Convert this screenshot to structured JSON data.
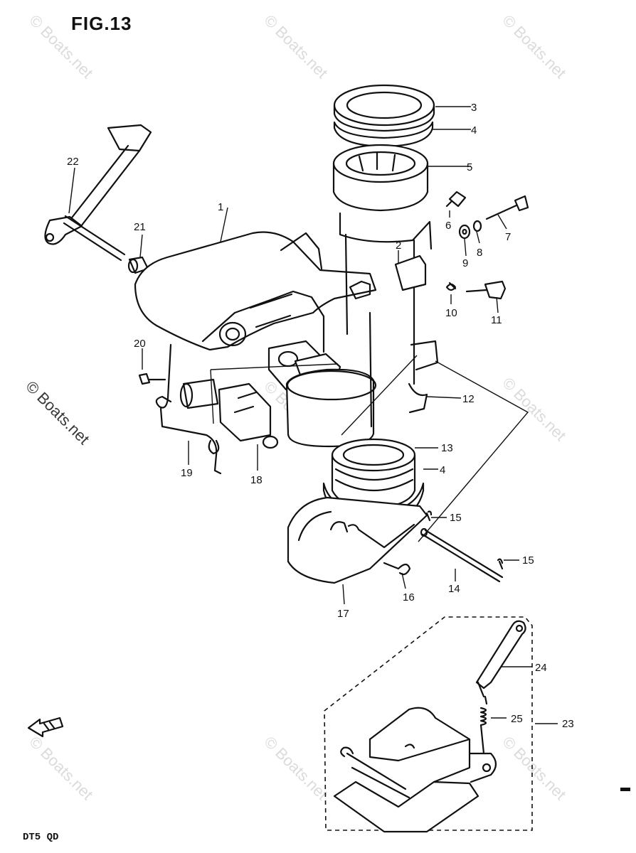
{
  "figure": {
    "title": "FIG.13",
    "footer": "DT5  QD"
  },
  "watermark": {
    "text": "© Boats.net",
    "short": "© Boats.net"
  },
  "callouts": {
    "c1": "1",
    "c2": "2",
    "c3": "3",
    "c4a": "4",
    "c5": "5",
    "c6": "6",
    "c7": "7",
    "c8": "8",
    "c9": "9",
    "c10": "10",
    "c11": "11",
    "c12": "12",
    "c13": "13",
    "c4b": "4",
    "c15a": "15",
    "c15b": "15",
    "c14": "14",
    "c16": "16",
    "c17": "17",
    "c18": "18",
    "c19": "19",
    "c20": "20",
    "c21": "21",
    "c22": "22",
    "c23": "23",
    "c24": "24",
    "c25": "25"
  },
  "icons": {
    "forward_arrow": "forward-arrow-icon"
  }
}
